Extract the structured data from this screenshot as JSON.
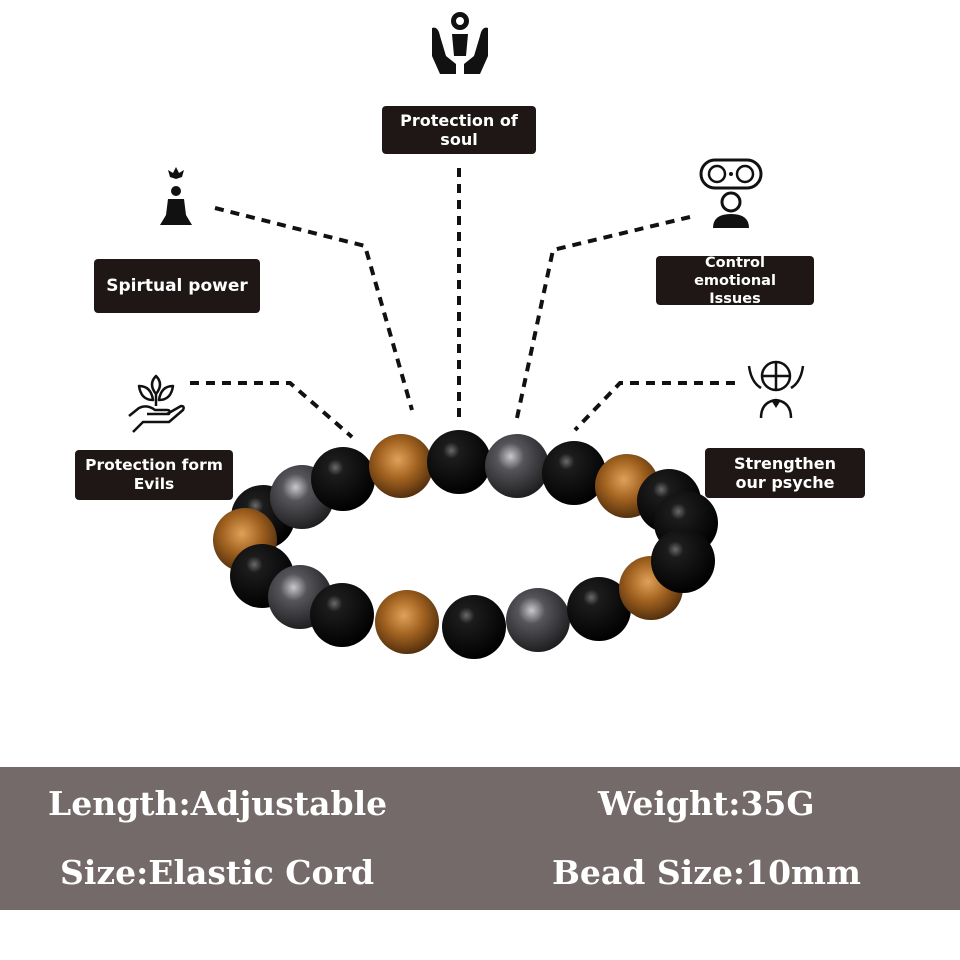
{
  "callouts": {
    "soul": [
      "Protection of",
      "soul"
    ],
    "spirit": [
      "Spirtual power"
    ],
    "emotional": [
      "Control emotional",
      "Issues"
    ],
    "evils": [
      "Protection form",
      "Evils"
    ],
    "psyche": [
      "Strengthen",
      "our psyche"
    ]
  },
  "specs": {
    "length": "Length:Adjustable",
    "weight": "Weight:35G",
    "size": "Size:Elastic Cord",
    "bead_size": "Bead Size:10mm"
  },
  "colors": {
    "label_bg": "#1e1716",
    "band_bg": "#736a69",
    "onyx": "#0b0b0b",
    "hematite": "#4a4a4e",
    "tiger_eye": "#a0611f"
  },
  "icons": [
    "praying-hands-icon",
    "meditation-icon",
    "emotion-control-icon",
    "hand-plant-icon",
    "strong-mind-icon"
  ]
}
